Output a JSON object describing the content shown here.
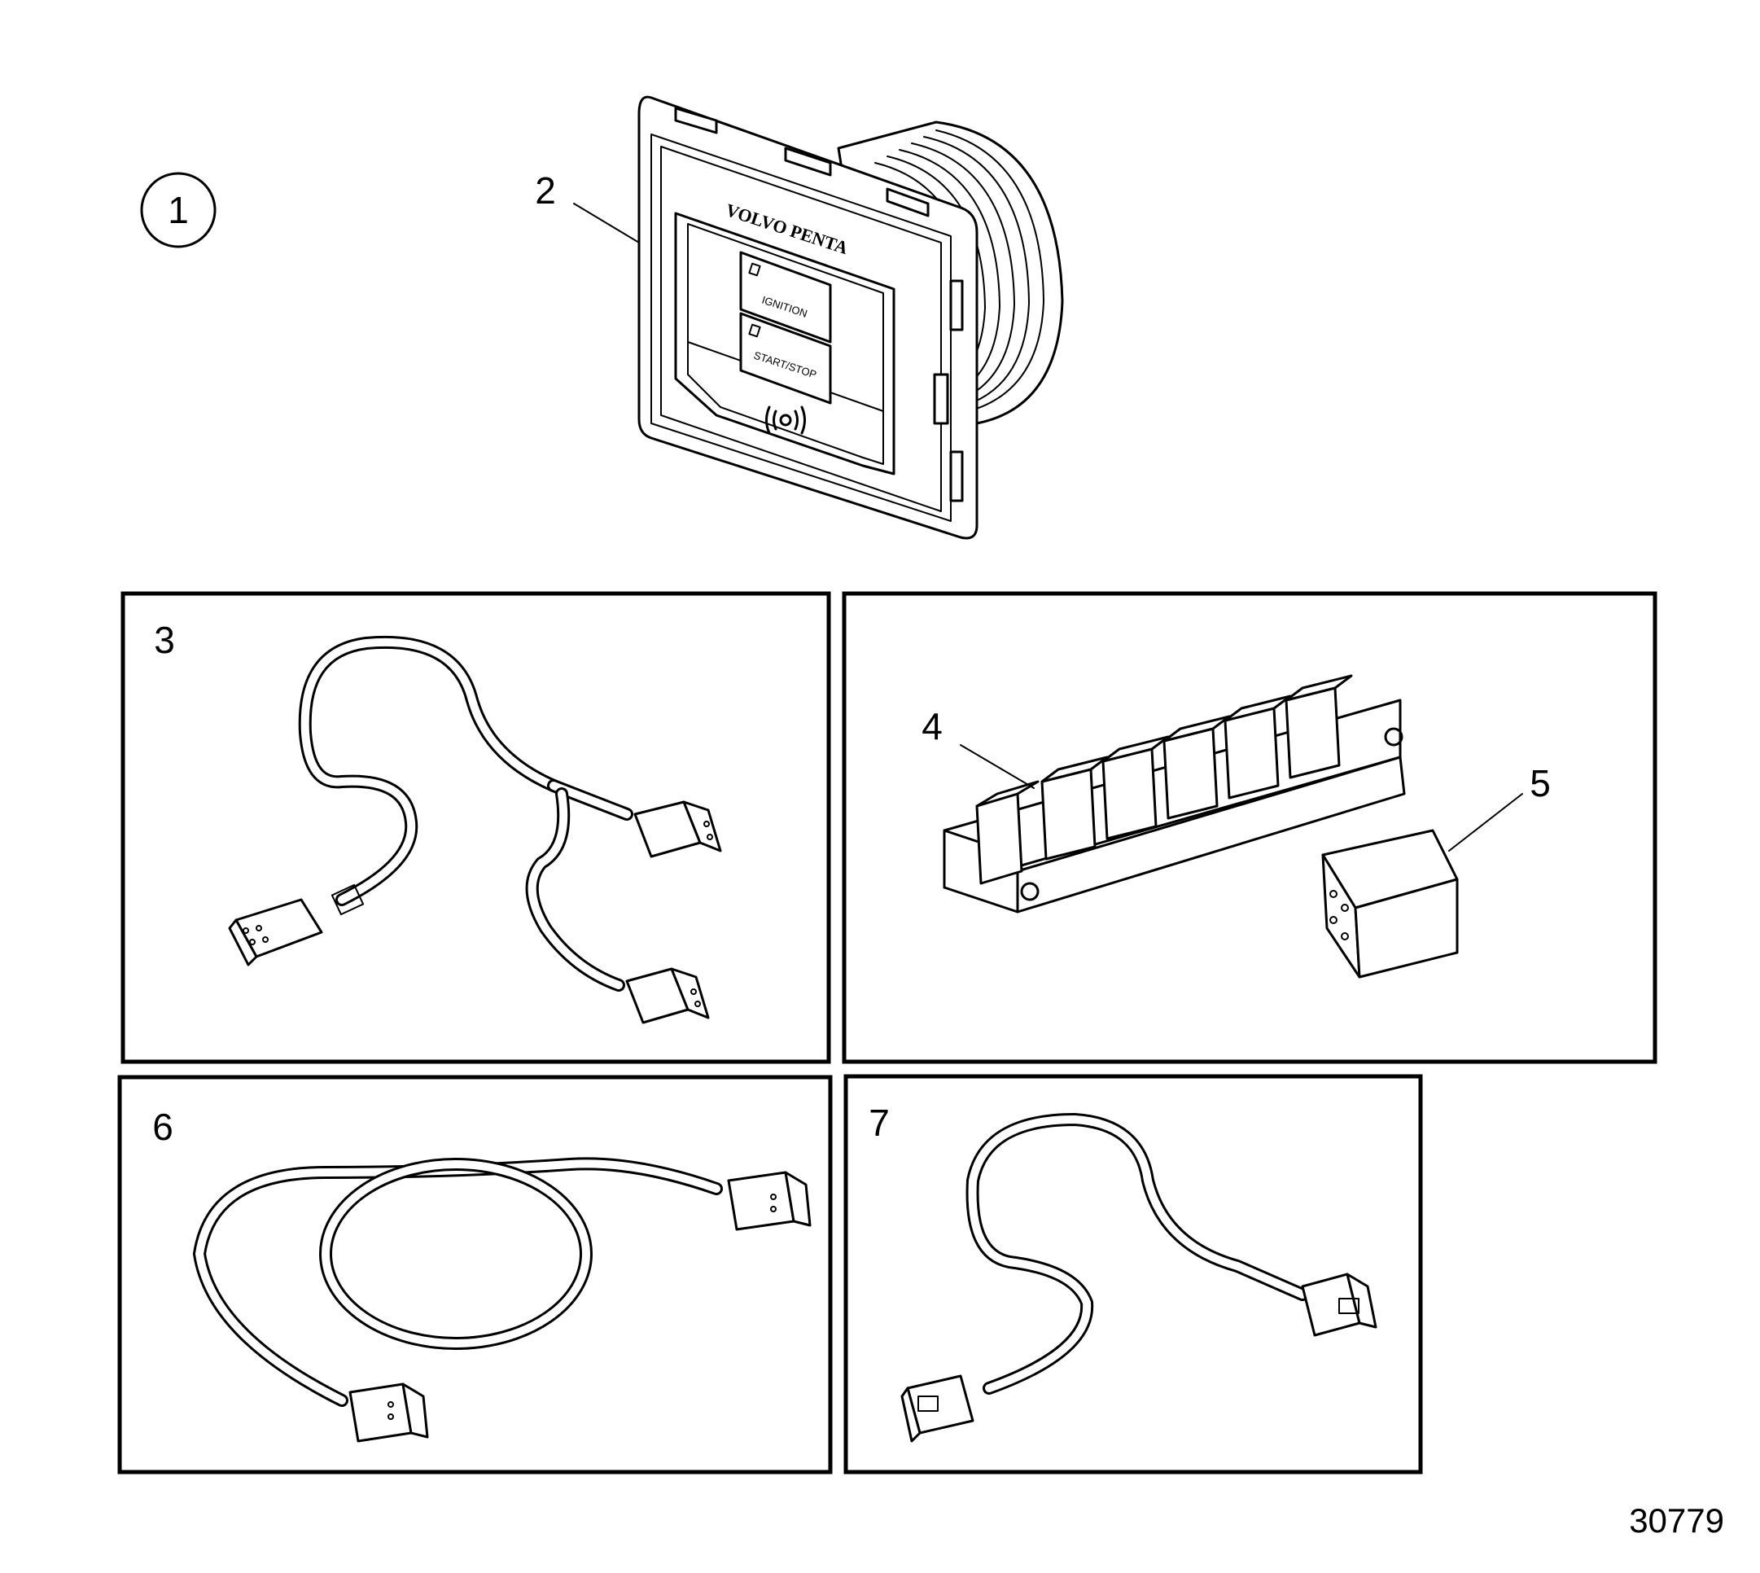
{
  "drawing_number": "30779",
  "callouts": {
    "item_1": "1",
    "item_2": "2",
    "item_3": "3",
    "item_4": "4",
    "item_5": "5",
    "item_6": "6",
    "item_7": "7"
  },
  "panel": {
    "brand": "VOLVO PENTA",
    "ignition_label": "IGNITION",
    "start_stop_label": "START/STOP"
  }
}
